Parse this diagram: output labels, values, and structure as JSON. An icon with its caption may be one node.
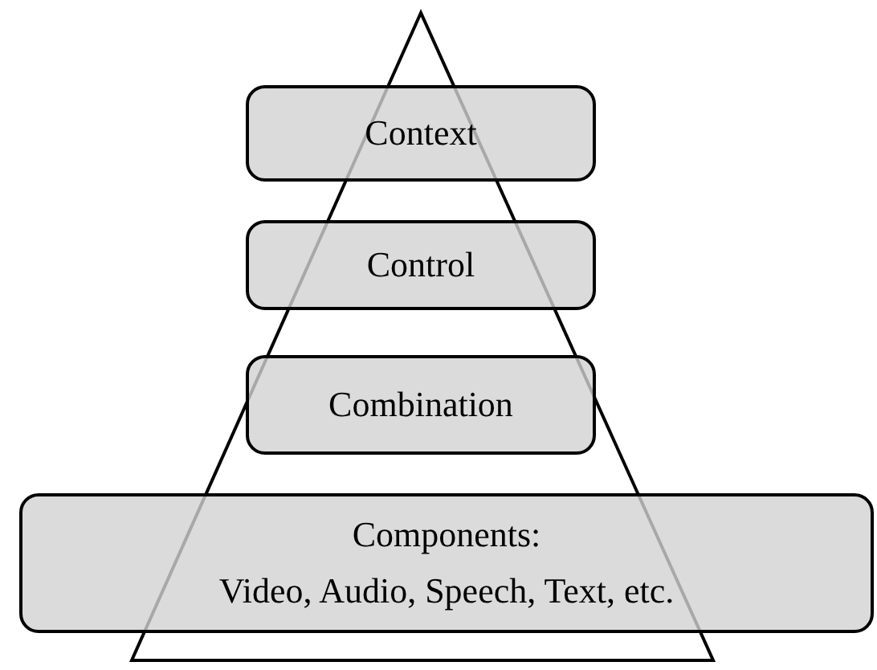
{
  "diagram": {
    "nodes": [
      {
        "text": [
          "Context"
        ]
      },
      {
        "text": [
          "Control"
        ]
      },
      {
        "text": [
          "Combination"
        ]
      },
      {
        "text": [
          "Components:",
          "Video, Audio, Speech, Text, etc."
        ]
      }
    ]
  }
}
